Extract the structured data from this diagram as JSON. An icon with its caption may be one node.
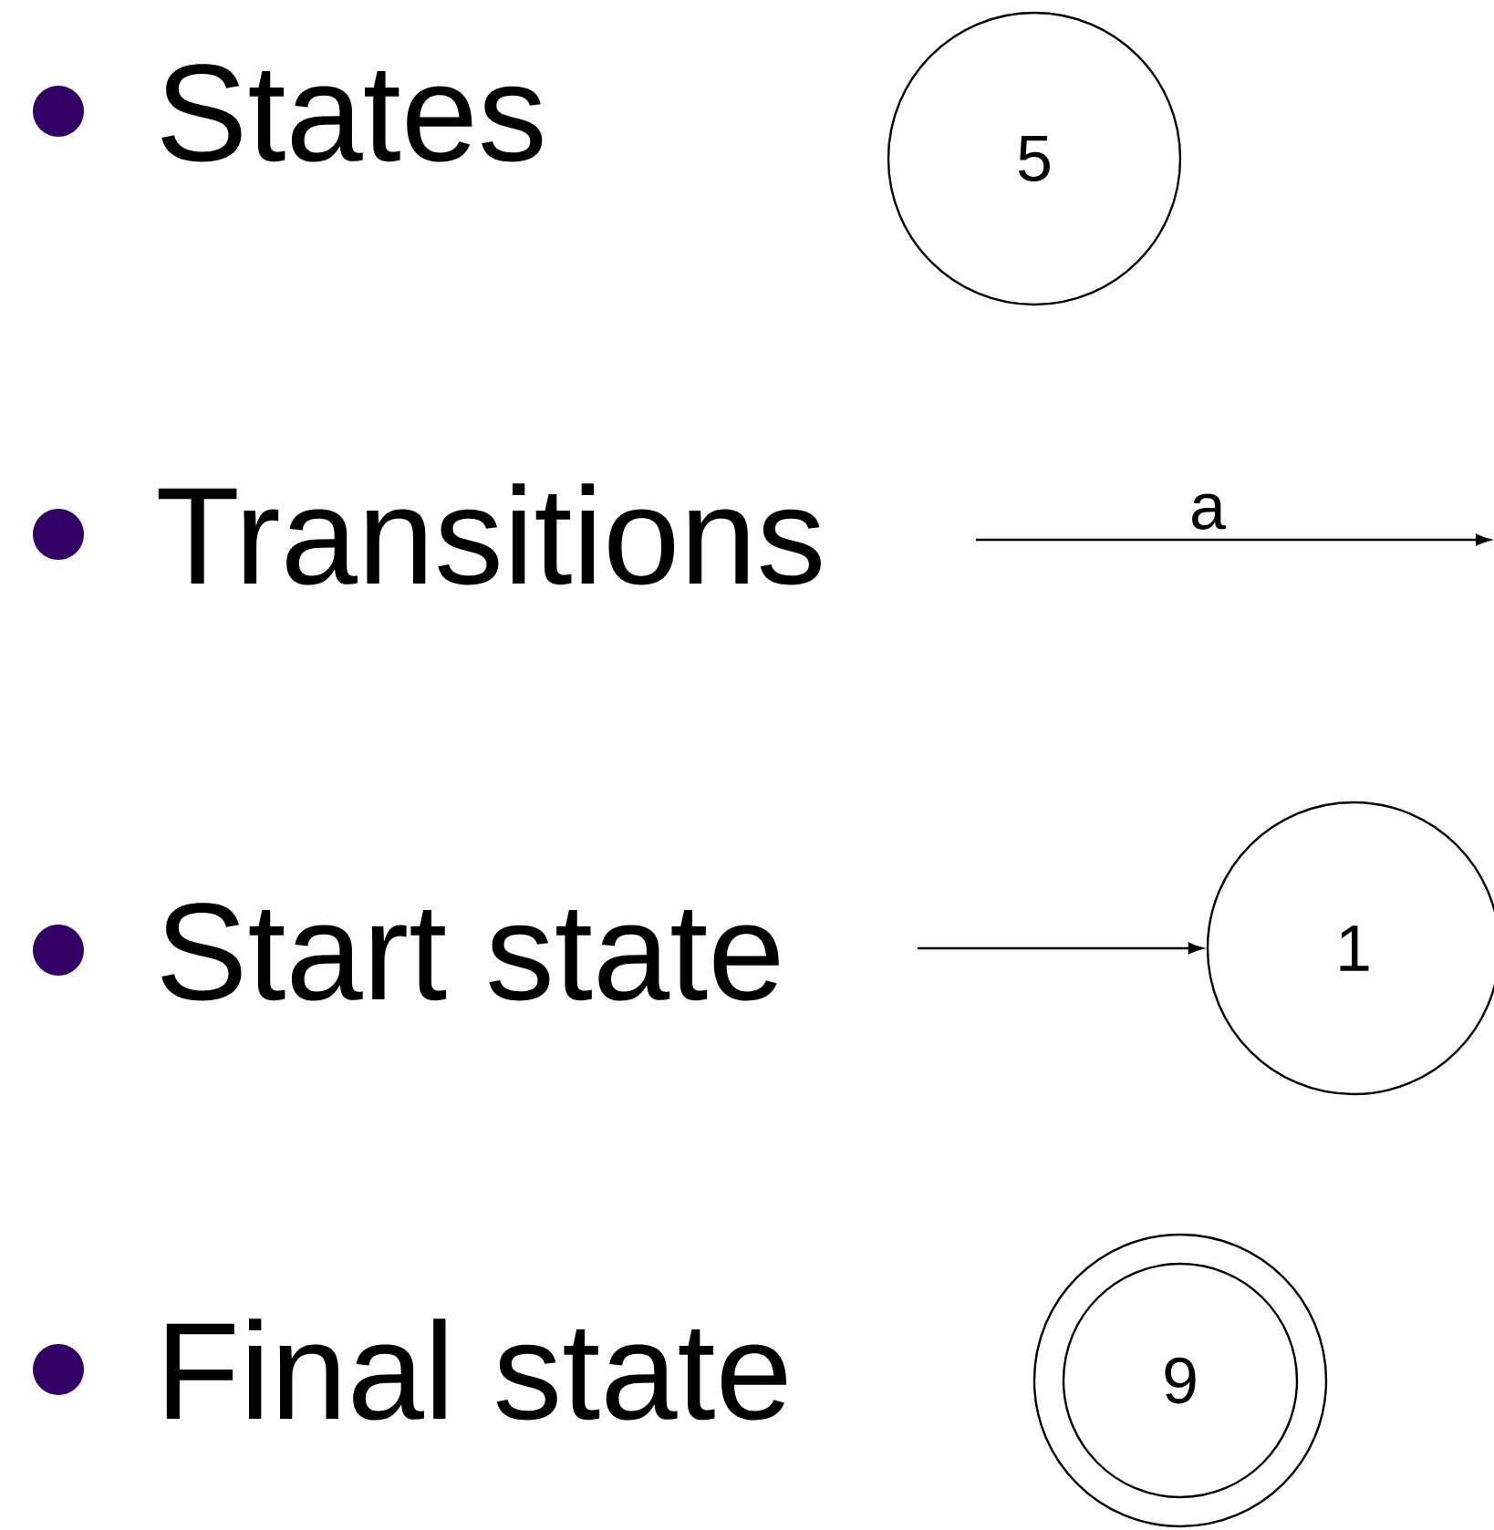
{
  "diagram": {
    "nodes": [
      {
        "text": [
          "5"
        ]
      },
      {
        "text": [
          "1"
        ]
      },
      {
        "text": [
          "9"
        ]
      }
    ],
    "edges": [
      {
        "from": null,
        "to": 1,
        "arrow": "to"
      }
    ],
    "labels": [
      "States",
      "Transitions",
      "a",
      "Start state",
      "Final state"
    ]
  }
}
